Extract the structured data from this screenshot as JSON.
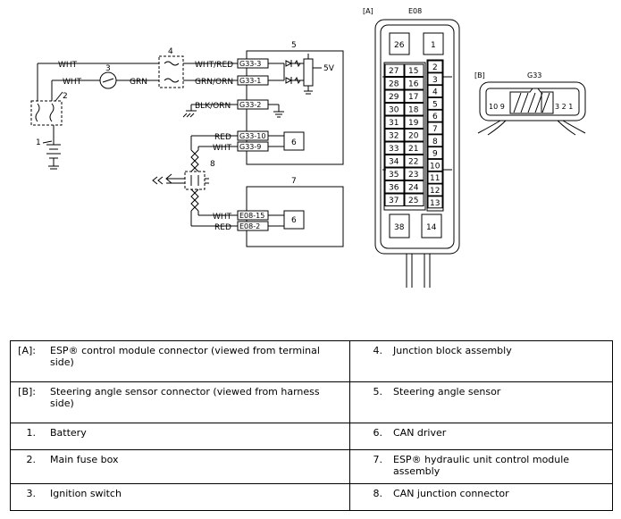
{
  "diagram": {
    "wires": {
      "wht_a": "WHT",
      "wht_b": "WHT",
      "grn": "GRN",
      "wht_red": "WHT/RED",
      "grn_orn": "GRN/ORN",
      "blk_orn": "BLK/ORN",
      "red_1": "RED",
      "wht_1": "WHT",
      "wht_2": "WHT",
      "red_2": "RED"
    },
    "pins": {
      "g33_3": "G33-3",
      "g33_1": "G33-1",
      "g33_2": "G33-2",
      "g33_10": "G33-10",
      "g33_9": "G33-9",
      "e08_15": "E08-15",
      "e08_2": "E08-2"
    },
    "callouts": {
      "n1": "1",
      "n2": "2",
      "n3": "3",
      "n4": "4",
      "n5": "5",
      "n6a": "6",
      "n6b": "6",
      "n7": "7",
      "n8": "8"
    },
    "voltage": "5V"
  },
  "connector_a": {
    "tag": "[A]",
    "name": "E08",
    "top_left": "26",
    "top_right": "1",
    "left_col": [
      [
        "27",
        "15"
      ],
      [
        "28",
        "16"
      ],
      [
        "29",
        "17"
      ],
      [
        "30",
        "18"
      ],
      [
        "31",
        "19"
      ],
      [
        "32",
        "20"
      ],
      [
        "33",
        "21"
      ],
      [
        "34",
        "22"
      ],
      [
        "35",
        "23"
      ],
      [
        "36",
        "24"
      ],
      [
        "37",
        "25"
      ]
    ],
    "right_col": [
      "2",
      "3",
      "4",
      "5",
      "6",
      "7",
      "8",
      "9",
      "10",
      "11",
      "12",
      "13"
    ],
    "bottom_left": "38",
    "bottom_right": "14"
  },
  "connector_b": {
    "tag": "[B]",
    "name": "G33",
    "left_pins": "10 9",
    "right_pins": "3 2 1"
  },
  "legend": [
    {
      "lk": "[A]:",
      "lt": "ESP® control module connector (viewed from terminal side)",
      "rk": "4.",
      "rt": "Junction block assembly"
    },
    {
      "lk": "[B]:",
      "lt": "Steering angle sensor connector (viewed from harness side)",
      "rk": "5.",
      "rt": "Steering angle sensor"
    },
    {
      "lk": "1.",
      "lt": "Battery",
      "rk": "6.",
      "rt": "CAN driver"
    },
    {
      "lk": "2.",
      "lt": "Main fuse box",
      "rk": "7.",
      "rt": "ESP® hydraulic unit control module assembly"
    },
    {
      "lk": "3.",
      "lt": "Ignition switch",
      "rk": "8.",
      "rt": "CAN junction connector"
    }
  ]
}
